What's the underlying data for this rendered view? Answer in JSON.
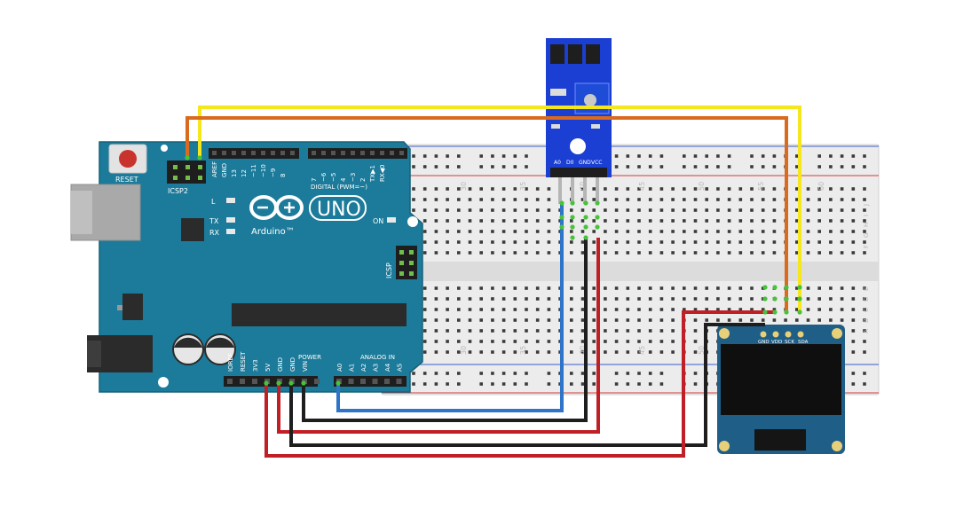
{
  "arduino": {
    "reset_label": "RESET",
    "icsp2_label": "ICSP2",
    "icsp_label": "ICSP",
    "brand_label": "UNO",
    "logo_text": "Arduino™",
    "l_label": "L",
    "tx_label": "TX",
    "rx_label": "RX",
    "on_label": "ON",
    "digital_label": "DIGITAL (PWM=~)",
    "power_label": "POWER",
    "analog_label": "ANALOG IN",
    "top_pin_labels": [
      "AREF",
      "GND",
      "13",
      "12",
      "~11",
      "~10",
      "~9",
      "8"
    ],
    "top_pin_labels_right": [
      "7",
      "~6",
      "~5",
      "4",
      "~3",
      "2",
      "TX▶1",
      "RX◀0"
    ],
    "power_pin_labels": [
      "IOREF",
      "RESET",
      "3V3",
      "5V",
      "GND",
      "GND",
      "VIN"
    ],
    "analog_pin_labels": [
      "A0",
      "A1",
      "A2",
      "A3",
      "A4",
      "A5"
    ]
  },
  "breadboard": {
    "top_numbers": [
      "30",
      "35",
      "40",
      "45",
      "50",
      "55",
      "60"
    ],
    "bottom_numbers": [
      "30",
      "35",
      "40",
      "45",
      "50",
      "55",
      "60"
    ],
    "row_letters_top": [
      "J",
      "I",
      "H",
      "G",
      "F"
    ],
    "row_letters_bottom": [
      "E",
      "D",
      "C",
      "B",
      "A"
    ]
  },
  "sensor_module": {
    "pin_labels": [
      "A0",
      "D0",
      "GND",
      "VCC"
    ]
  },
  "oled": {
    "pin_labels": [
      "GND",
      "VDD",
      "SCK",
      "SDA"
    ]
  },
  "colors": {
    "board": "#1c7b9a",
    "wire_yellow": "#f5e61d",
    "wire_orange": "#d96a1e",
    "wire_red": "#c01f25",
    "wire_black": "#1e1e1e",
    "wire_blue": "#2e74c9"
  }
}
